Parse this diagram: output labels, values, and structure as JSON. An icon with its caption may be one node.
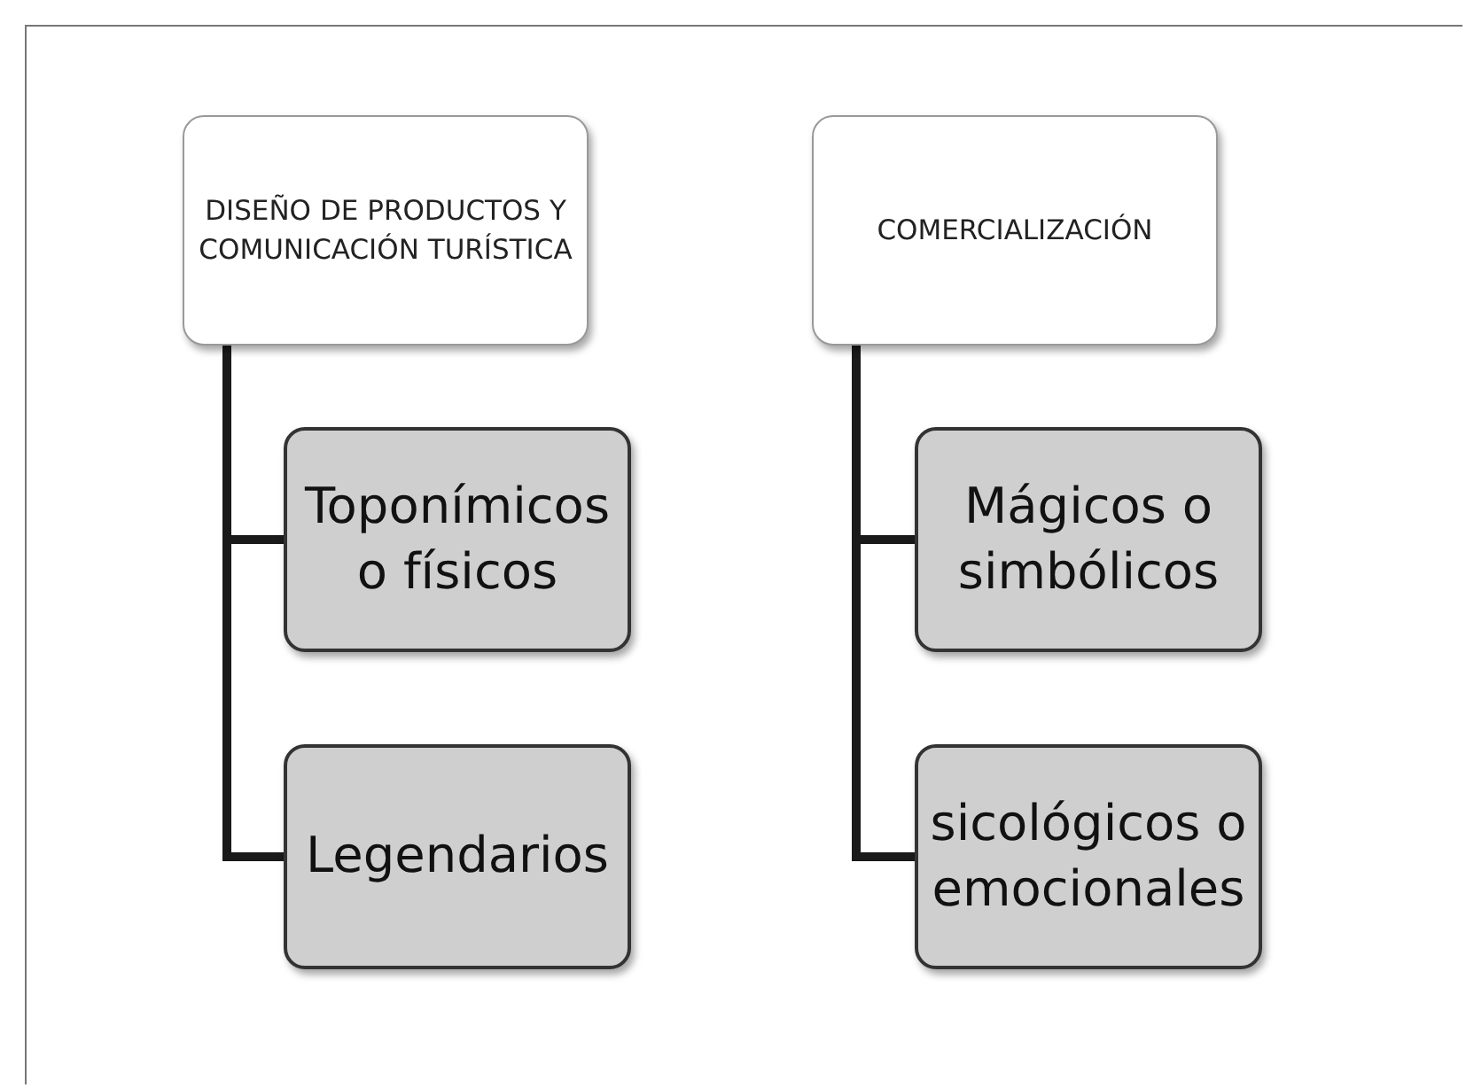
{
  "diagram": {
    "nodes": [
      {
        "text": [
          "DISEÑO DE PRODUCTOS Y COMUNICACIÓN TURÍSTICA"
        ]
      },
      {
        "text": [
          "Toponímicos o físicos"
        ]
      },
      {
        "text": [
          "Legendarios"
        ]
      },
      {
        "text": [
          "COMERCIALIZACIÓN"
        ]
      },
      {
        "text": [
          "Mágicos o simbólicos"
        ]
      },
      {
        "text": [
          "sicológicos o emocionales"
        ]
      }
    ],
    "edges": [
      {
        "from": 0,
        "to": 1,
        "arrow": "none"
      },
      {
        "from": 0,
        "to": 2,
        "arrow": "none"
      },
      {
        "from": 3,
        "to": 4,
        "arrow": "none"
      },
      {
        "from": 3,
        "to": 5,
        "arrow": "none"
      }
    ]
  }
}
